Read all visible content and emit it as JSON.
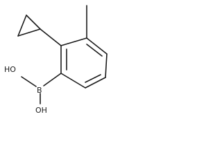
{
  "molecule": {
    "atoms": {
      "boron": "B",
      "hydroxyl_upper": "HO",
      "hydroxyl_lower": "OH"
    },
    "substituents": [
      "cyclopropyl",
      "methyl",
      "boronic acid"
    ],
    "colors": {
      "bond": "#1a1a1a",
      "label": "#1a1a1a",
      "background": "#ffffff"
    }
  }
}
